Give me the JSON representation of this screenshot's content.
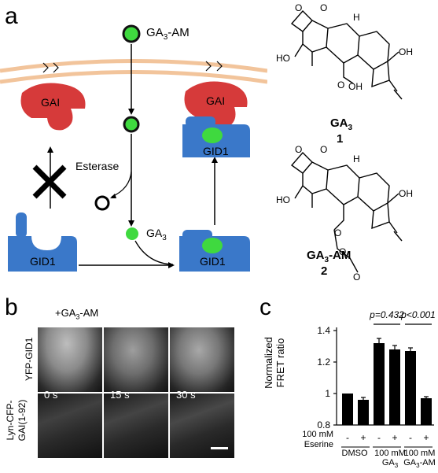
{
  "panel_a": {
    "letter": "a",
    "ga3am_label": "GA3-AM",
    "esterase_label": "Esterase",
    "ga3_label": "GA3",
    "gai_labels": [
      "GAI",
      "GAI"
    ],
    "gid1_labels": [
      "GID1",
      "GID1",
      "GID1"
    ],
    "compound1_name": "GA3",
    "compound1_number": "1",
    "compound2_name": "GA3-AM",
    "compound2_number": "2",
    "oh_labels": [
      "HO",
      "OH",
      "OH",
      "HO",
      "OH"
    ],
    "h_labels": [
      "H",
      "H"
    ],
    "o_labels": [
      "O",
      "O",
      "O",
      "O",
      "O",
      "O",
      "O",
      "O"
    ]
  },
  "panel_b": {
    "letter": "b",
    "condition_label": "+GA3-AM",
    "channel_top": "YFP-GID1",
    "channel_bottom": "Lyn-CFP-GAI(1-92)",
    "time_labels": [
      "0 s",
      "15 s",
      "30 s"
    ]
  },
  "panel_c": {
    "letter": "c",
    "eserine_label": "100 mM Eserine",
    "p_values": [
      "p=0.432",
      "p<0.001"
    ],
    "group_labels": [
      "DMSO",
      "100 mM GA3",
      "100 mM GA3-AM"
    ],
    "eserine_signs": [
      "-",
      "+",
      "-",
      "+",
      "-",
      "+"
    ]
  },
  "chart_data": {
    "type": "bar",
    "ylabel": "Normalized FRET ratio",
    "ylim": [
      0.8,
      1.4
    ],
    "yticks": [
      "0.8",
      "1",
      "1.2",
      "1.4"
    ],
    "categories": [
      "DMSO -",
      "DMSO +",
      "100 mM GA3 -",
      "100 mM GA3 +",
      "100 mM GA3-AM -",
      "100 mM GA3-AM +"
    ],
    "values": [
      1.0,
      0.96,
      1.32,
      1.28,
      1.27,
      0.97
    ],
    "errors": [
      0.0,
      0.015,
      0.03,
      0.025,
      0.02,
      0.01
    ],
    "bar_color": "#000000"
  },
  "colors": {
    "membrane": "#f2c49b",
    "gai": "#d63a3a",
    "gid1": "#3a78c9",
    "ga3_green": "#3fd93f"
  }
}
